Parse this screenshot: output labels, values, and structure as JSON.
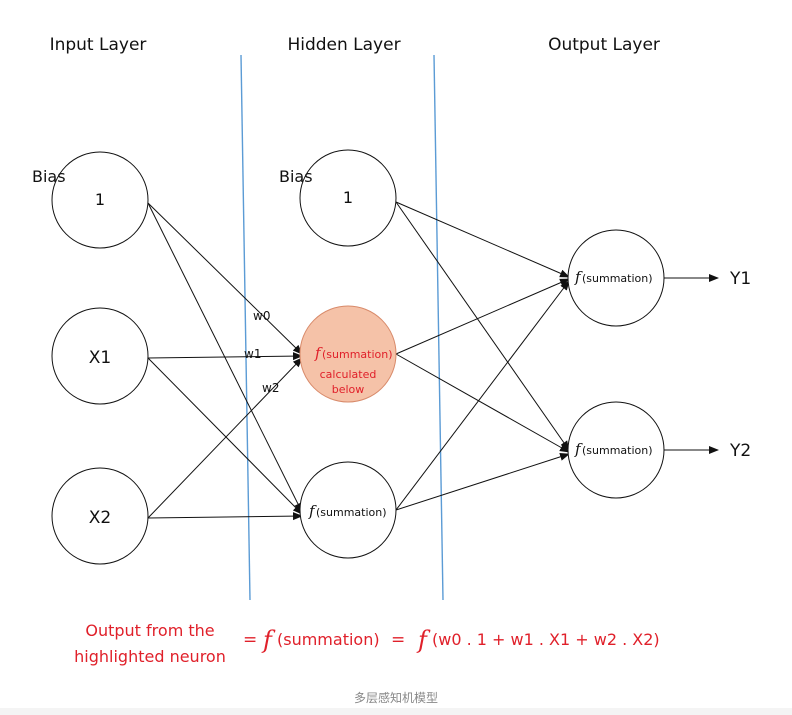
{
  "layers": {
    "input": "Input Layer",
    "hidden": "Hidden Layer",
    "output": "Output Layer"
  },
  "bias_labels": {
    "input": "Bias",
    "hidden": "Bias"
  },
  "nodes": {
    "input_bias": "1",
    "x1": "X1",
    "x2": "X2",
    "hidden_bias": "1",
    "f_symbol": "f",
    "summation": "(summation)",
    "calculated_1": "calculated",
    "calculated_2": "below"
  },
  "weights": {
    "w0": "w0",
    "w1": "w1",
    "w2": "w2"
  },
  "outputs": {
    "y1": "Y1",
    "y2": "Y2"
  },
  "formula": {
    "label_line1": "Output from the",
    "label_line2": "highlighted neuron",
    "eq1": "=",
    "f1": "f",
    "summ": "(summation)",
    "eq2": "=",
    "f2": "f",
    "expression": "(w0 . 1 + w1 . X1 + w2 . X2)"
  },
  "caption": "多层感知机模型",
  "colors": {
    "highlight_fill": "#f5c2a8",
    "highlight_stroke": "#d88a6a",
    "accent_red": "#e0202a",
    "divider_blue": "#5b9bd5",
    "line": "#111111"
  }
}
